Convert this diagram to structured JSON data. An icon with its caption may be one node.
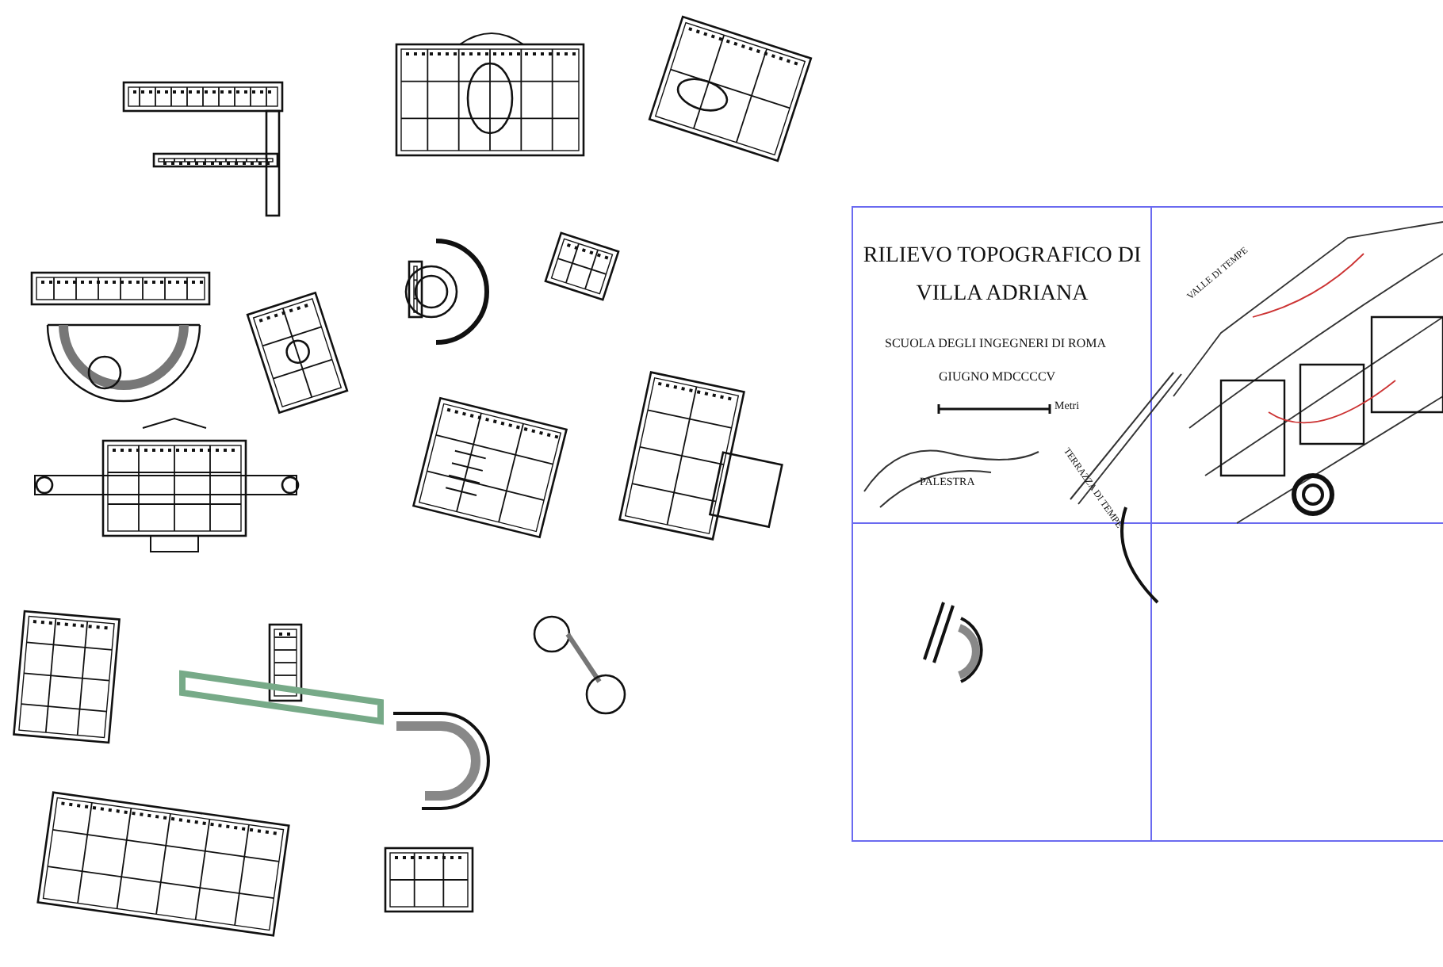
{
  "diagram": {
    "title": "RILIEVO TOPOGRAFICO DI VILLA ADRIANA",
    "labels": [
      "SCUOLA DEGLI INGEGNERI DI ROMA",
      "GIUGNO MDCCCCV",
      "Metri",
      "PALESTRA",
      "TERRAZZA DI TEMPE",
      "VALLE DI TEMPE"
    ]
  }
}
